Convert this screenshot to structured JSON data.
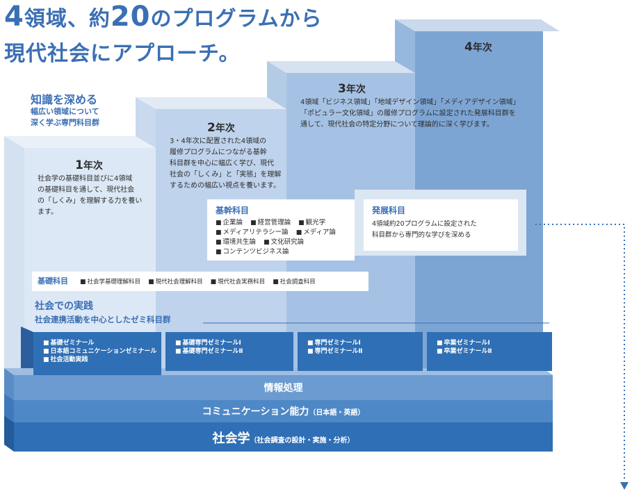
{
  "title": {
    "line1_num1": "4",
    "line1_a": "領域、約",
    "line1_num2": "20",
    "line1_b": "のプログラムから",
    "line2": "現代社会にアプローチ。"
  },
  "knowledge": {
    "heading": "知識を深める",
    "sub1": "幅広い領域について",
    "sub2": "深く学ぶ専門科目群"
  },
  "years": [
    {
      "num": "1",
      "unit": "年次",
      "desc": [
        "社会学の基礎科目並びに4領域",
        "の基礎科目を通して、現代社会",
        "の「しくみ」を理解する力を養い",
        "ます。"
      ]
    },
    {
      "num": "2",
      "unit": "年次",
      "desc": [
        "3・4年次に配置された4領域の",
        "履修プログラムにつながる基幹",
        "科目群を中心に幅広く学び、現代",
        "社会の「しくみ」と「実態」を理解",
        "するための幅広い視点を養います。"
      ]
    },
    {
      "num": "3",
      "unit": "年次",
      "desc": [
        "4領域「ビジネス領域」「地域デザイン領域」「メディアデザイン領域」",
        "「ポピュラー文化領域」の履修プログラムに設定された発展科目群を",
        "通して、現代社会の特定分野について理論的に深く学びます。"
      ]
    },
    {
      "num": "4",
      "unit": "年次",
      "desc": []
    }
  ],
  "kikan": {
    "title": "基幹科目",
    "rows": [
      [
        "企業論",
        "経営管理論",
        "観光学"
      ],
      [
        "メディアリテラシー論",
        "メディア論"
      ],
      [
        "環境共生論",
        "文化研究論"
      ],
      [
        "コンテンツビジネス論"
      ]
    ]
  },
  "hatten": {
    "title": "発展科目",
    "desc": [
      "4領域約20プログラムに設定された",
      "科目群から専門的な学びを深める"
    ]
  },
  "kiso": {
    "title": "基礎科目",
    "items": [
      "社会学基礎理解科目",
      "現代社会理解科目",
      "現代社会実務科目",
      "社会調査科目"
    ]
  },
  "practice": {
    "heading": "社会での実践",
    "sub": "社会連携活動を中心としたゼミ科目群"
  },
  "seminars": [
    [
      "基礎ゼミナール",
      "日本語コミュニケーションゼミナール",
      "社会活動実践"
    ],
    [
      "基礎専門ゼミナールⅠ",
      "基礎専門ゼミナールⅡ"
    ],
    [
      "専門ゼミナールⅠ",
      "専門ゼミナールⅡ"
    ],
    [
      "卒業ゼミナールⅠ",
      "卒業ゼミナールⅡ"
    ]
  ],
  "bars": {
    "b1": "情報処理",
    "b2": "コミュニケーション能力",
    "b2_note": "（日本語・英語）",
    "b3": "社会学",
    "b3_note": "（社会調査の設計・実施・分析）"
  },
  "bullet": "■",
  "colors": {
    "accent": "#3a6fb4",
    "seminar": "#2f6fb5",
    "bar_light": "#6b9bd0",
    "bar_mid": "#4f88c6",
    "bar_dark": "#2f6fb5"
  }
}
